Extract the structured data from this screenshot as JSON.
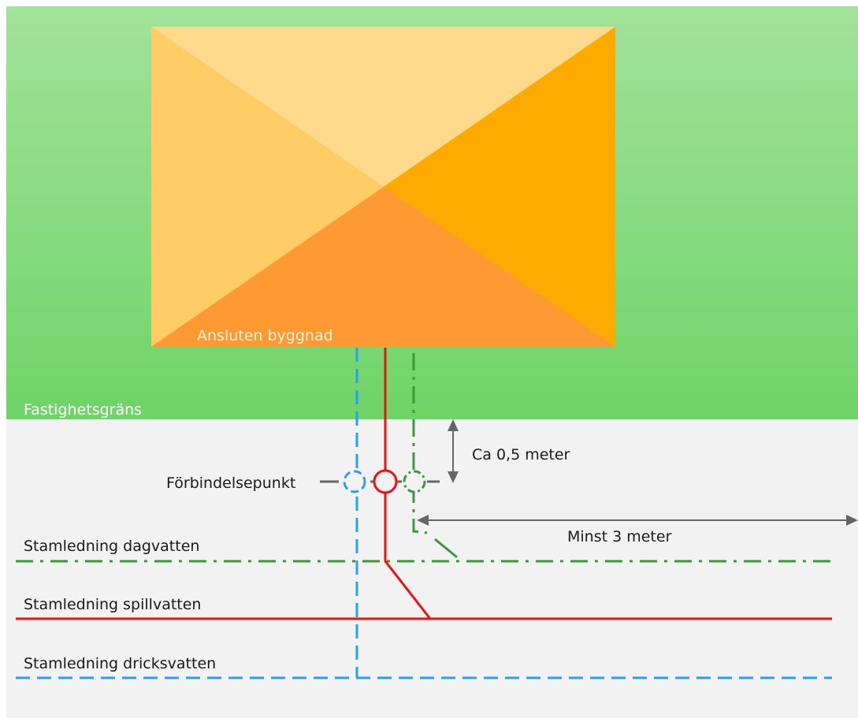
{
  "building": {
    "label": "Ansluten byggnad"
  },
  "property": {
    "label": "Fastighetsgräns"
  },
  "annotations": {
    "depth": "Ca 0,5 meter",
    "distance": "Minst 3 meter",
    "connection_point": "Förbindelsepunkt"
  },
  "mains": {
    "stormwater": "Stamledning dagvatten",
    "wastewater": "Stamledning spillvatten",
    "drinking_water": "Stamledning dricksvatten"
  },
  "colors": {
    "lawn_top": "#a2e29a",
    "lawn_bottom": "#6fd468",
    "street": "#f2f2f2",
    "roof_top": "#ffd98c",
    "roof_left": "#ffcc66",
    "roof_right": "#ffaa00",
    "roof_bottom": "#ff9a33",
    "stormwater": "#3a9a36",
    "wastewater": "#ee1111",
    "drinking_water": "#2aa0ec",
    "dimension": "#666666"
  }
}
